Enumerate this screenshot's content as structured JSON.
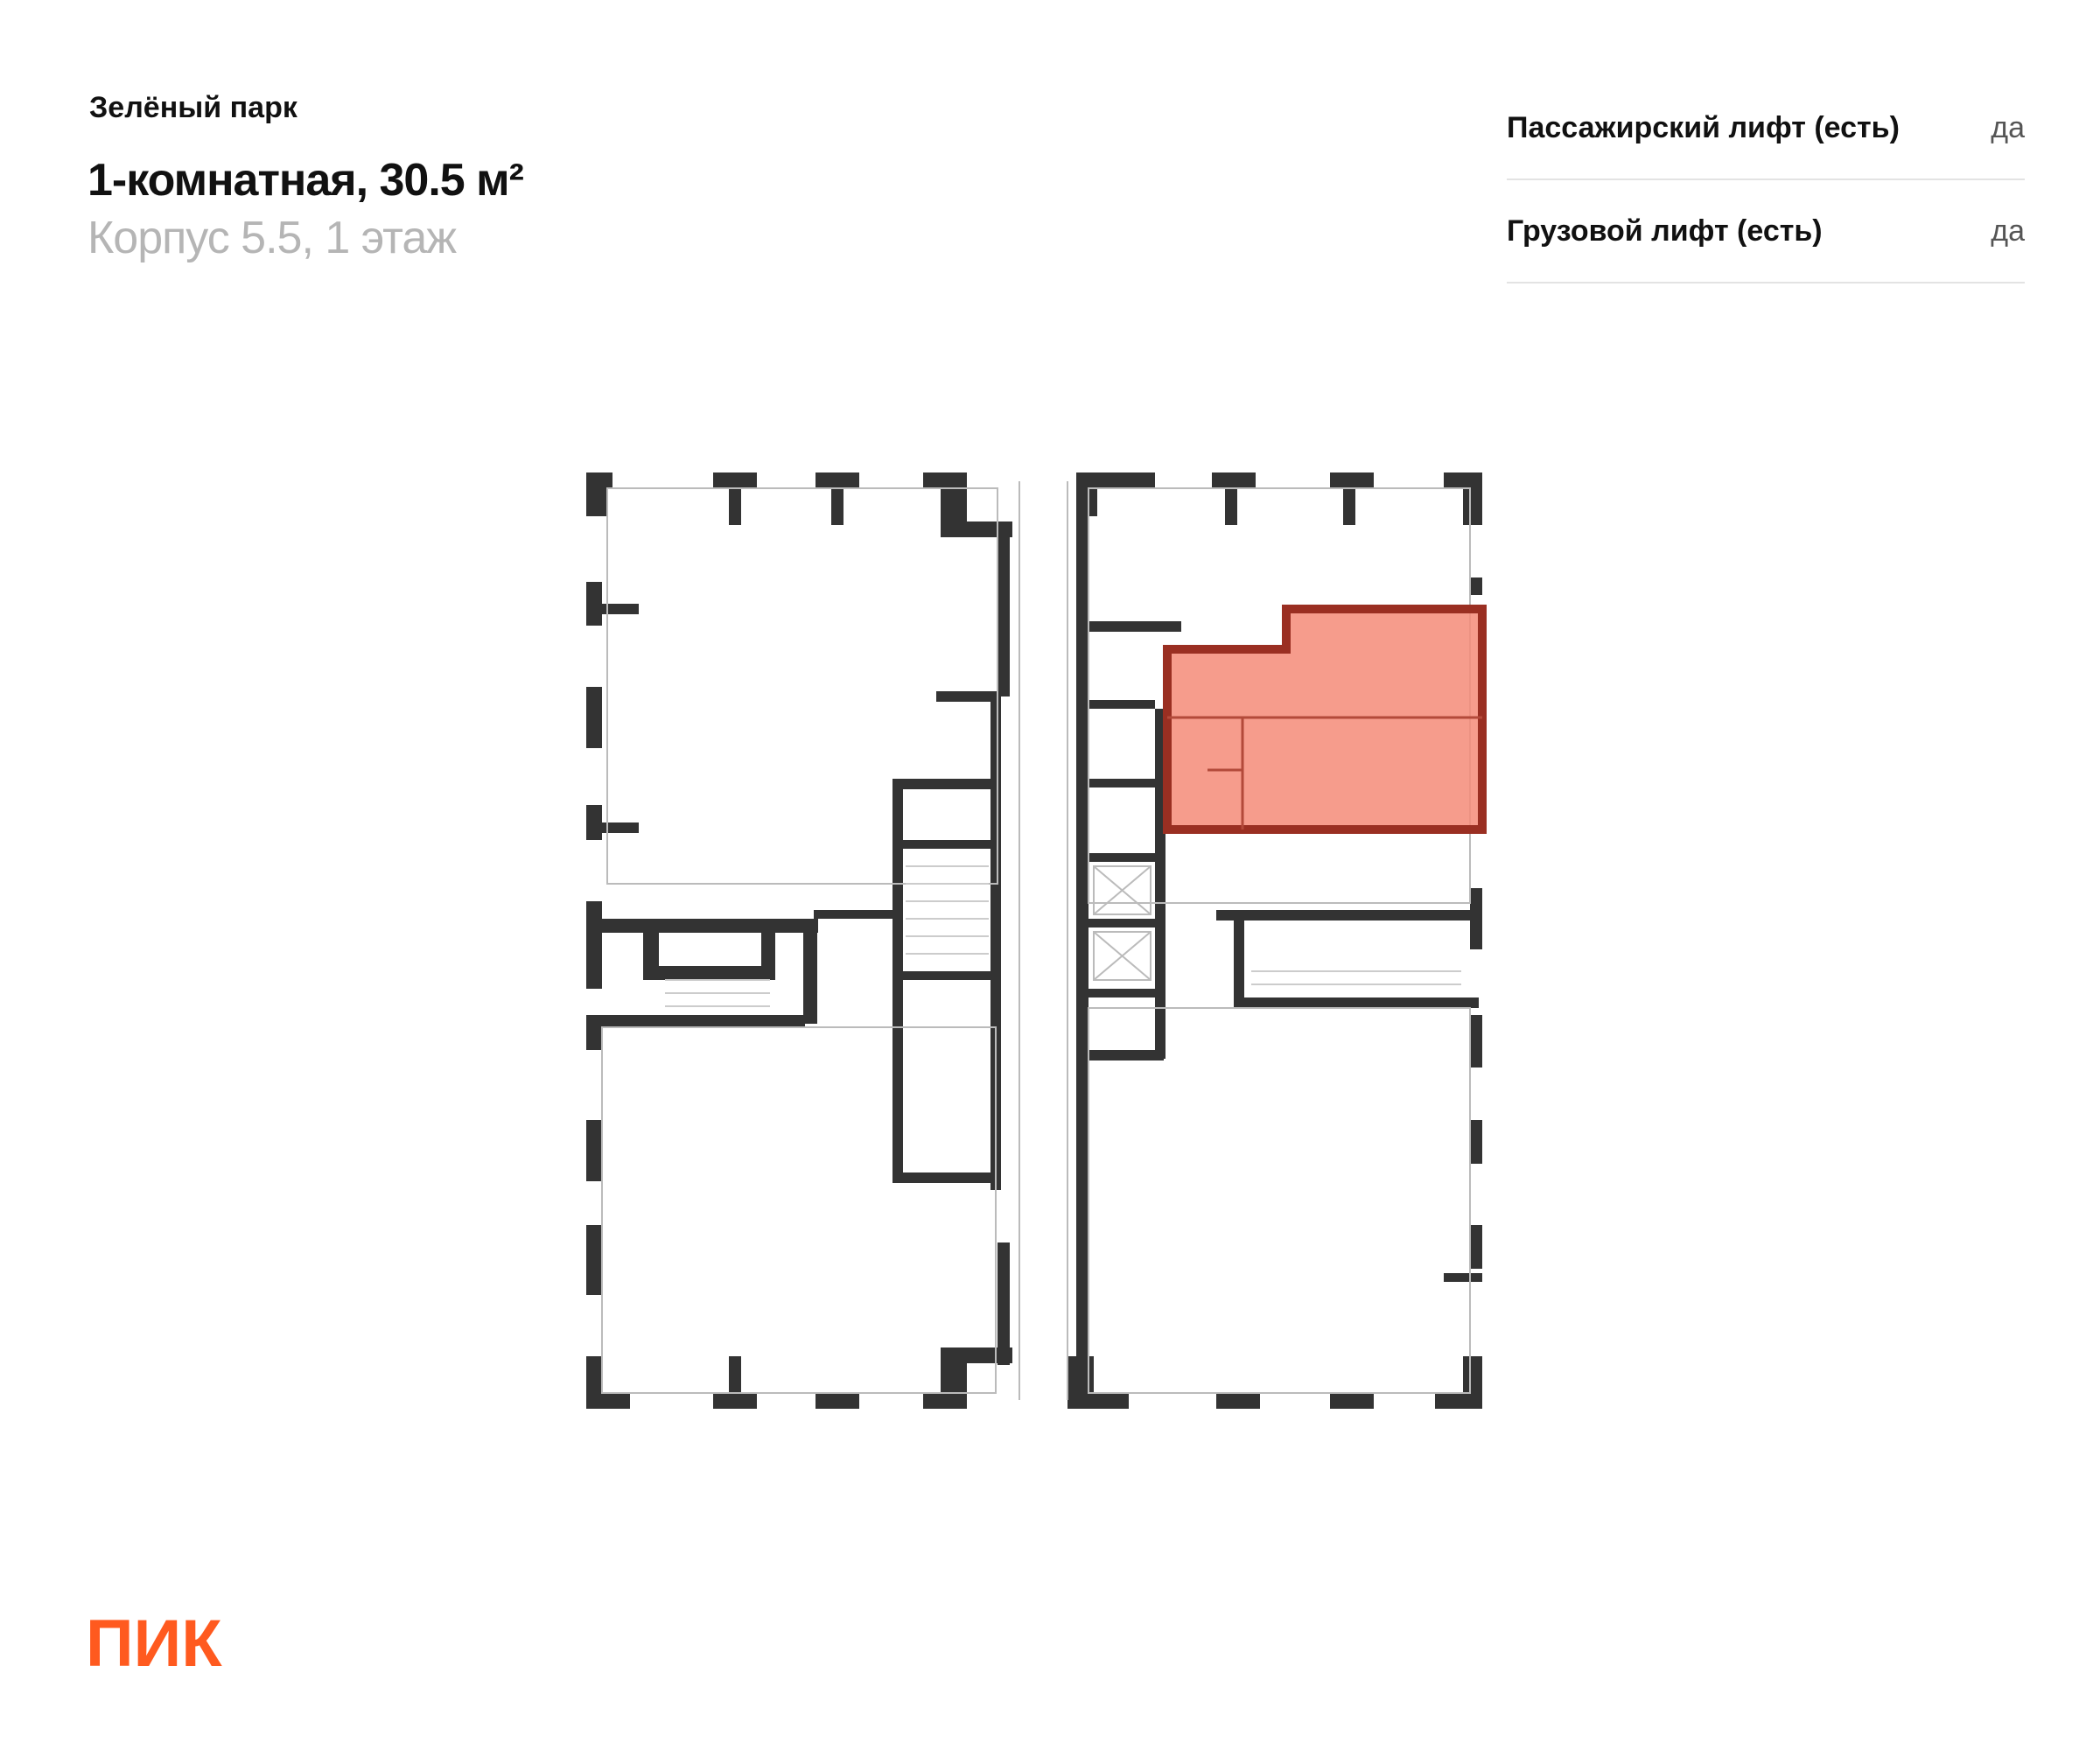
{
  "header": {
    "project_name": "Зелёный парк",
    "apartment_title": "1-комнатная, 30.5 м²",
    "building_floor": "Корпус 5.5, 1 этаж"
  },
  "features": [
    {
      "name": "Пассажирский лифт (есть)",
      "value": "да"
    },
    {
      "name": "Грузовой лифт (есть)",
      "value": "да"
    }
  ],
  "floorplan": {
    "highlight_color": "#f58b78",
    "highlight_border_color": "#9a2f22",
    "wall_color": "#333333"
  },
  "brand": {
    "logo_text": "ПИК",
    "logo_color": "#ff5a1f"
  }
}
